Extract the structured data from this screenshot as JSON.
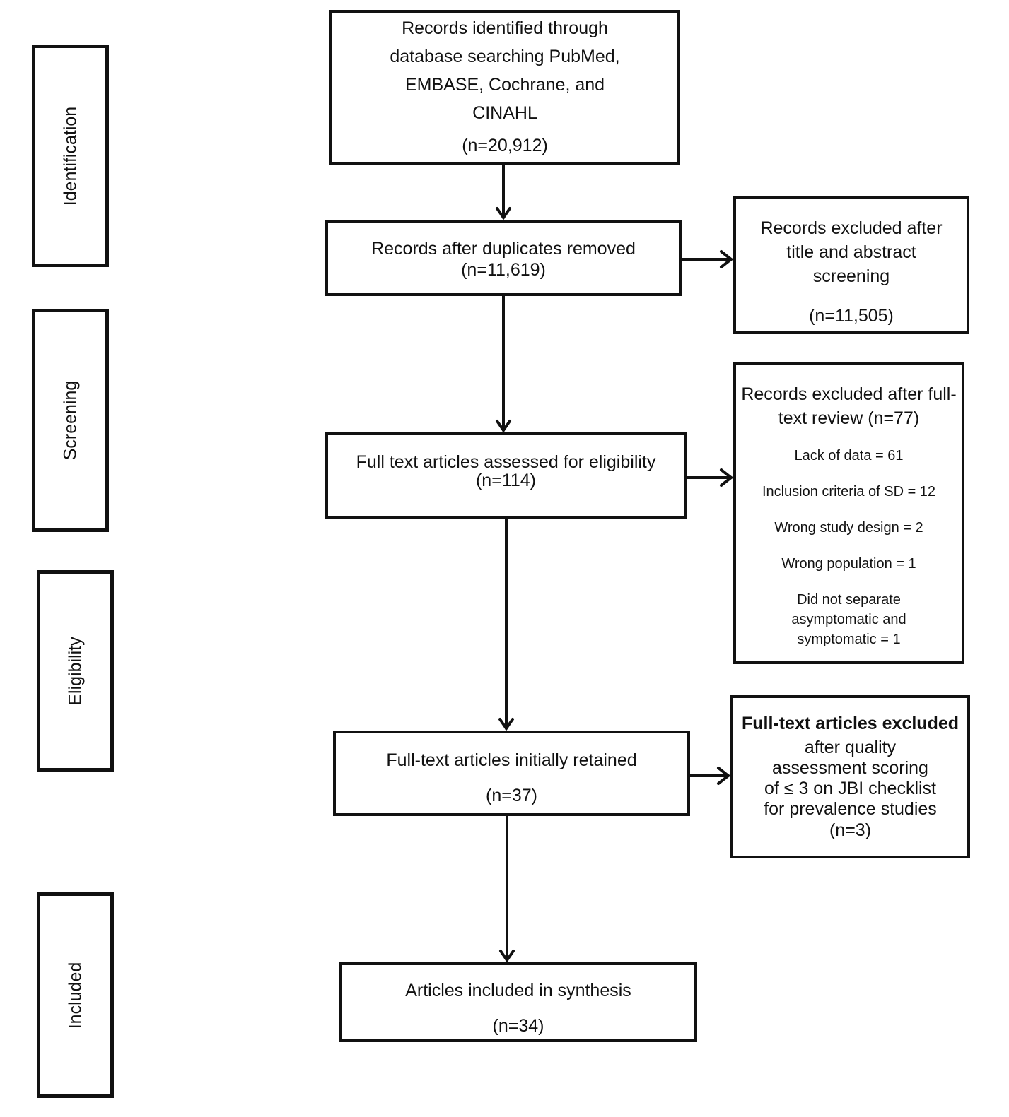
{
  "stages": {
    "identification": "Identification",
    "screening": "Screening",
    "eligibility": "Eligibility",
    "included": "Included"
  },
  "boxes": {
    "identified": {
      "lines": [
        "Records identified through",
        "database searching PubMed,",
        "EMBASE, Cochrane, and",
        "CINAHL"
      ],
      "count": "(n=20,912)"
    },
    "deduplicated": {
      "lines": [
        "Records after duplicates removed"
      ],
      "count": "(n=11,619)"
    },
    "excluded_title_abstract": {
      "lines": [
        "Records excluded after",
        "title and abstract",
        "screening"
      ],
      "count": "(n=11,505)"
    },
    "full_text_assessed": {
      "lines": [
        "Full text articles assessed for eligibility"
      ],
      "count": "(n=114)"
    },
    "excluded_full_text": {
      "lines": [
        "Records excluded after full-",
        "text review (n=77)"
      ],
      "reasons": [
        "Lack of data = 61",
        "Inclusion criteria of SD = 12",
        "Wrong study design = 2",
        "Wrong population = 1",
        "Did not separate",
        "asymptomatic and",
        "symptomatic = 1"
      ]
    },
    "retained": {
      "lines": [
        "Full-text articles initially retained"
      ],
      "count": "(n=37)"
    },
    "excluded_quality": {
      "heading": "Full-text articles excluded",
      "lines": [
        "after quality",
        "assessment scoring",
        "of ≤ 3 on JBI checklist",
        "for prevalence studies"
      ],
      "count": "(n=3)"
    },
    "included": {
      "lines": [
        "Articles included in synthesis"
      ],
      "count": "(n=34)"
    }
  }
}
